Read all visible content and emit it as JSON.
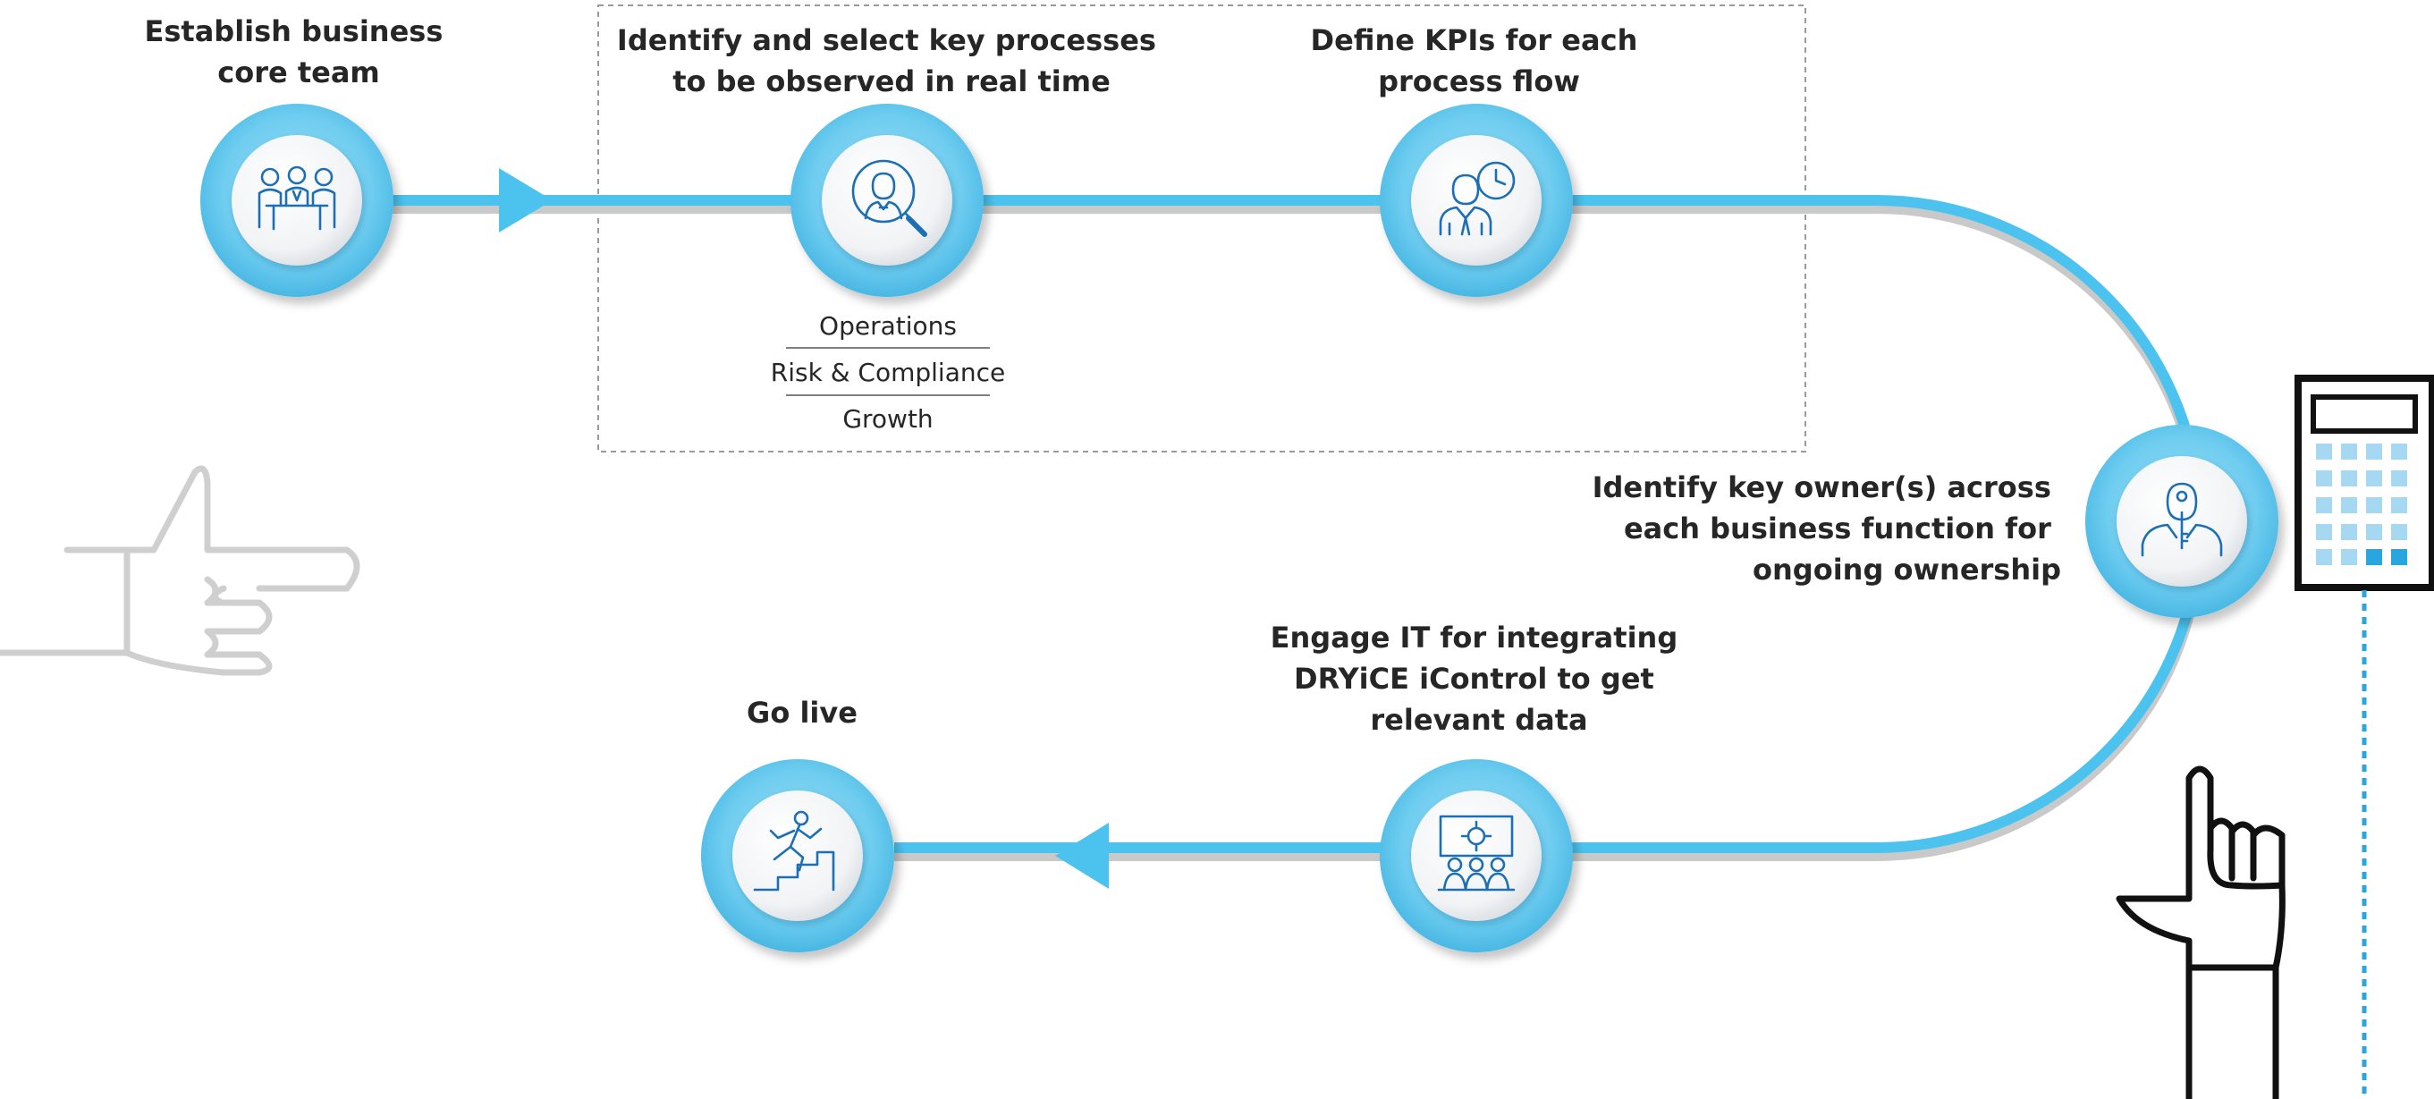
{
  "steps": [
    {
      "id": "s1",
      "title_lines": [
        "Establish business",
        "core team"
      ],
      "icon": "team-meeting-icon"
    },
    {
      "id": "s2",
      "title_lines": [
        "Identify and select key processes",
        "to be observed in real time"
      ],
      "icon": "person-magnifier-icon",
      "sub_items": [
        "Operations",
        "Risk & Compliance",
        "Growth"
      ]
    },
    {
      "id": "s3",
      "title_lines": [
        "Define KPIs for each",
        "process flow"
      ],
      "icon": "person-clock-icon"
    },
    {
      "id": "s4",
      "title_lines": [
        "Identify key owner(s) across",
        "each business function for",
        "ongoing ownership"
      ],
      "icon": "person-key-icon"
    },
    {
      "id": "s5",
      "title_lines": [
        "Engage IT for integrating",
        "DRYiCE iControl to get",
        "relevant data"
      ],
      "icon": "presentation-team-icon"
    },
    {
      "id": "s6",
      "title_lines": [
        "Go live"
      ],
      "icon": "stairs-runner-icon"
    }
  ],
  "decorations": [
    "pointing-hand-left-icon",
    "pointing-hand-up-icon",
    "calculator-icon"
  ],
  "colors": {
    "path": "#4cc3ef",
    "path_shadow": "#c9c9c9",
    "node": "#5cc5ec",
    "icon": "#1d6fb5",
    "text": "#262626",
    "calculator": "#29a6e0"
  }
}
